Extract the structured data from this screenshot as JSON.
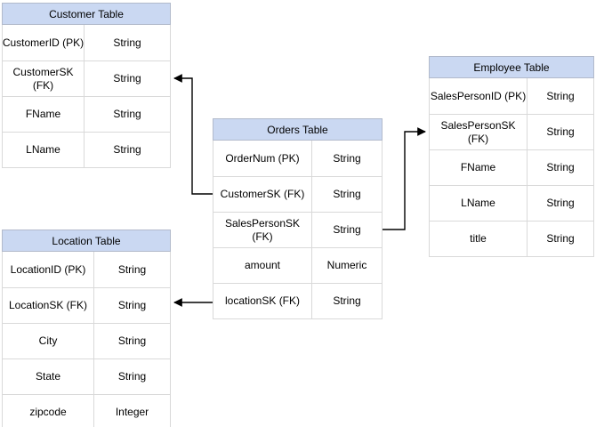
{
  "diagram": {
    "type": "entity-relationship",
    "tables": [
      {
        "id": "customer",
        "title": "Customer Table",
        "rows": [
          {
            "field": "CustomerID (PK)",
            "type": "String"
          },
          {
            "field": "CustomerSK (FK)",
            "type": "String"
          },
          {
            "field": "FName",
            "type": "String"
          },
          {
            "field": "LName",
            "type": "String"
          }
        ]
      },
      {
        "id": "orders",
        "title": "Orders Table",
        "rows": [
          {
            "field": "OrderNum (PK)",
            "type": "String"
          },
          {
            "field": "CustomerSK (FK)",
            "type": "String"
          },
          {
            "field": "SalesPersonSK (FK)",
            "type": "String"
          },
          {
            "field": "amount",
            "type": "Numeric"
          },
          {
            "field": "locationSK (FK)",
            "type": "String"
          }
        ]
      },
      {
        "id": "employee",
        "title": "Employee Table",
        "rows": [
          {
            "field": "SalesPersonID (PK)",
            "type": "String"
          },
          {
            "field": "SalesPersonSK (FK)",
            "type": "String"
          },
          {
            "field": "FName",
            "type": "String"
          },
          {
            "field": "LName",
            "type": "String"
          },
          {
            "field": "title",
            "type": "String"
          }
        ]
      },
      {
        "id": "location",
        "title": "Location Table",
        "rows": [
          {
            "field": "LocationID (PK)",
            "type": "String"
          },
          {
            "field": "LocationSK (FK)",
            "type": "String"
          },
          {
            "field": "City",
            "type": "String"
          },
          {
            "field": "State",
            "type": "String"
          },
          {
            "field": "zipcode",
            "type": "Integer"
          }
        ]
      }
    ],
    "relationships": [
      {
        "from": "Orders Table.CustomerSK (FK)",
        "to": "Customer Table.CustomerSK (FK)"
      },
      {
        "from": "Orders Table.SalesPersonSK (FK)",
        "to": "Employee Table.SalesPersonSK (FK)"
      },
      {
        "from": "Orders Table.locationSK (FK)",
        "to": "Location Table.LocationSK (FK)"
      }
    ],
    "colors": {
      "header_fill": "#CAD8F2",
      "header_border": "#B2BACB",
      "row_border": "#D9D9D9",
      "connector": "#000000",
      "text": "#000000",
      "background": "#FFFFFF"
    }
  }
}
